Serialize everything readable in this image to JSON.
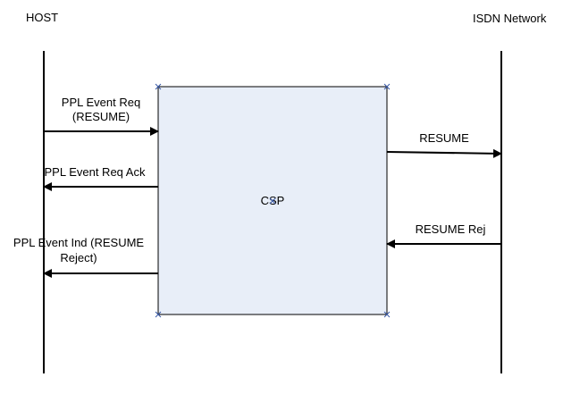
{
  "lanes": {
    "host": "HOST",
    "network": "ISDN Network"
  },
  "csp": {
    "label": "CSP",
    "fill": "#e8eef8"
  },
  "messages": {
    "m1": {
      "line1": "PPL Event Req",
      "line2": "(RESUME)"
    },
    "m2": {
      "label": "RESUME"
    },
    "m3": {
      "label": "PPL Event Req Ack"
    },
    "m4": {
      "label": "RESUME Rej"
    },
    "m5": {
      "line1": "PPL Event Ind (RESUME",
      "line2": "Reject)"
    }
  }
}
